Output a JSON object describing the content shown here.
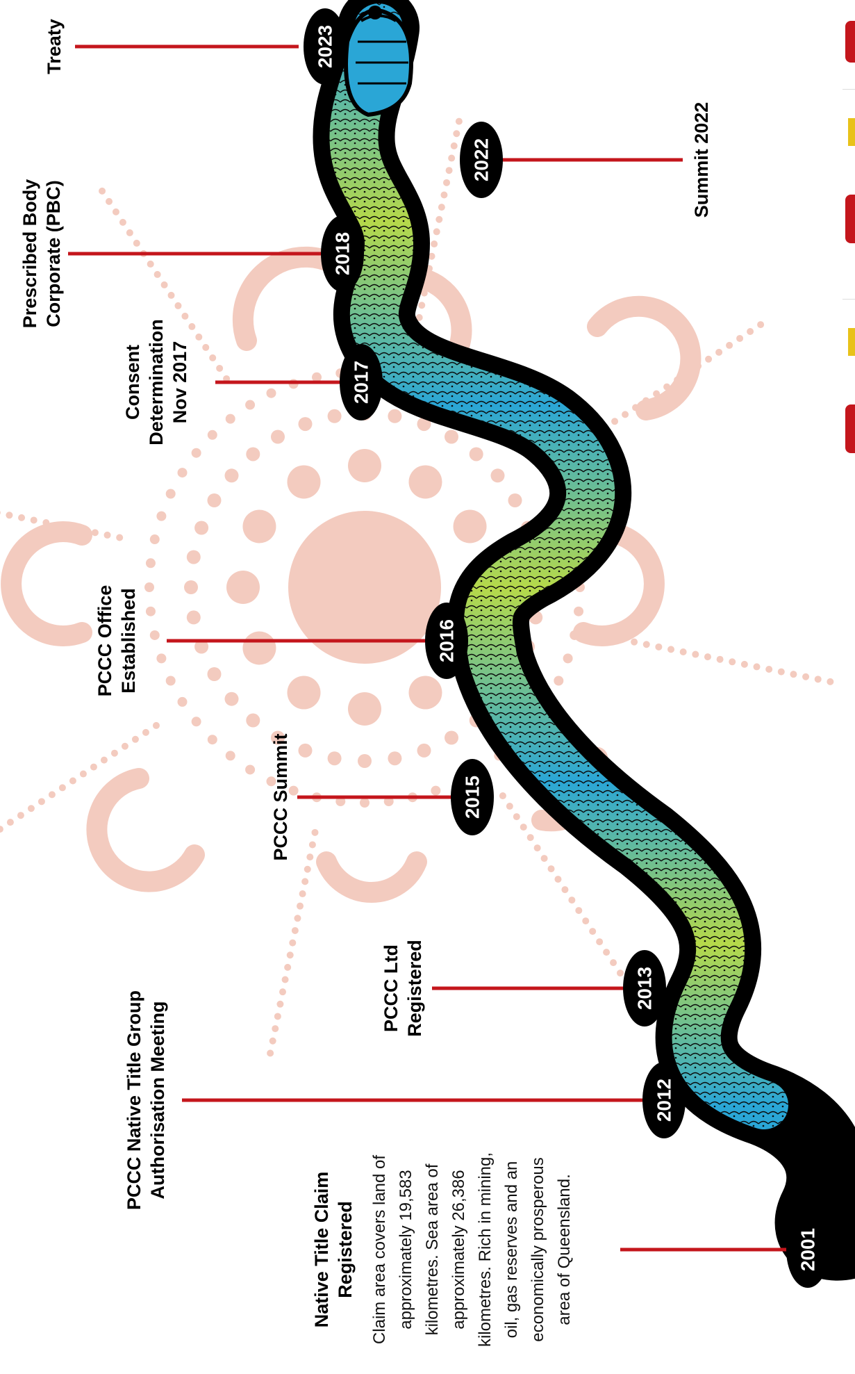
{
  "colors": {
    "connector": "#c4161c",
    "badge": "#000000",
    "badge_text": "#ffffff",
    "art_motif": "#f3cbbf",
    "snake_green": "#b6d94a",
    "snake_blue": "#2aa6d6"
  },
  "events": [
    {
      "year": "2023",
      "label_lines": [
        "Treaty"
      ]
    },
    {
      "year": "2022",
      "label_lines": [
        "Summit 2022"
      ]
    },
    {
      "year": "2018",
      "label_lines": [
        "Prescribed Body",
        "Corporate (PBC)"
      ]
    },
    {
      "year": "2017",
      "label_lines": [
        "Consent",
        "Determination",
        "Nov 2017"
      ]
    },
    {
      "year": "2016",
      "label_lines": [
        "PCCC Office",
        "Established"
      ]
    },
    {
      "year": "2015",
      "label_lines": [
        "PCCC Summit"
      ]
    },
    {
      "year": "2013",
      "label_lines": [
        "PCCC Ltd",
        "Registered"
      ]
    },
    {
      "year": "2012",
      "label_lines": [
        "PCCC Native Title Group",
        "Authorisation Meeting"
      ]
    },
    {
      "year": "2001",
      "label_lines": [
        "Native Title Claim",
        "Registered"
      ]
    }
  ],
  "claim_description_lines": [
    "Claim area covers land of",
    "approximately 19,583",
    "kilometres. Sea area of",
    "approximately 26,386",
    "kilometres. Rich in mining,",
    "oil, gas reserves and an",
    "economically prosperous",
    "area of Queensland."
  ],
  "icons": {
    "snake": "snake-illustration",
    "background": "aboriginal-dot-art-motif"
  }
}
